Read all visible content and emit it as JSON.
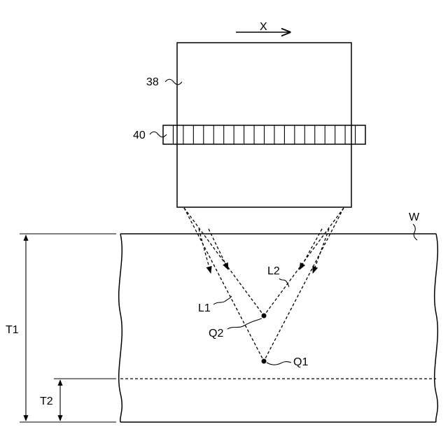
{
  "direction_label": "X",
  "labels": {
    "head": "38",
    "lens": "40",
    "workpiece": "W",
    "light_1": "L1",
    "light_2": "L2",
    "point_1": "Q2",
    "point_2": "Q1",
    "thickness_total": "T1",
    "thickness_layer": "T2"
  }
}
